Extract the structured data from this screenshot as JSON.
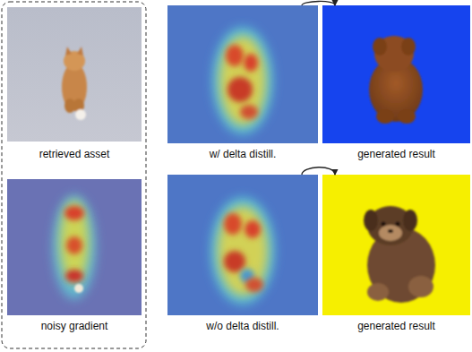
{
  "diagram": {
    "nodes": [
      {
        "text": [
          "retrieved asset"
        ]
      },
      {
        "text": [
          "w/ delta distill."
        ]
      },
      {
        "text": [
          "generated result"
        ]
      },
      {
        "text": [
          "noisy gradient"
        ]
      },
      {
        "text": [
          "w/o delta distill."
        ]
      },
      {
        "text": [
          "generated result"
        ]
      }
    ],
    "edges": [
      {
        "from": 1,
        "to": 2,
        "arrow": "to"
      },
      {
        "from": 4,
        "to": 5,
        "arrow": "to"
      }
    ]
  }
}
